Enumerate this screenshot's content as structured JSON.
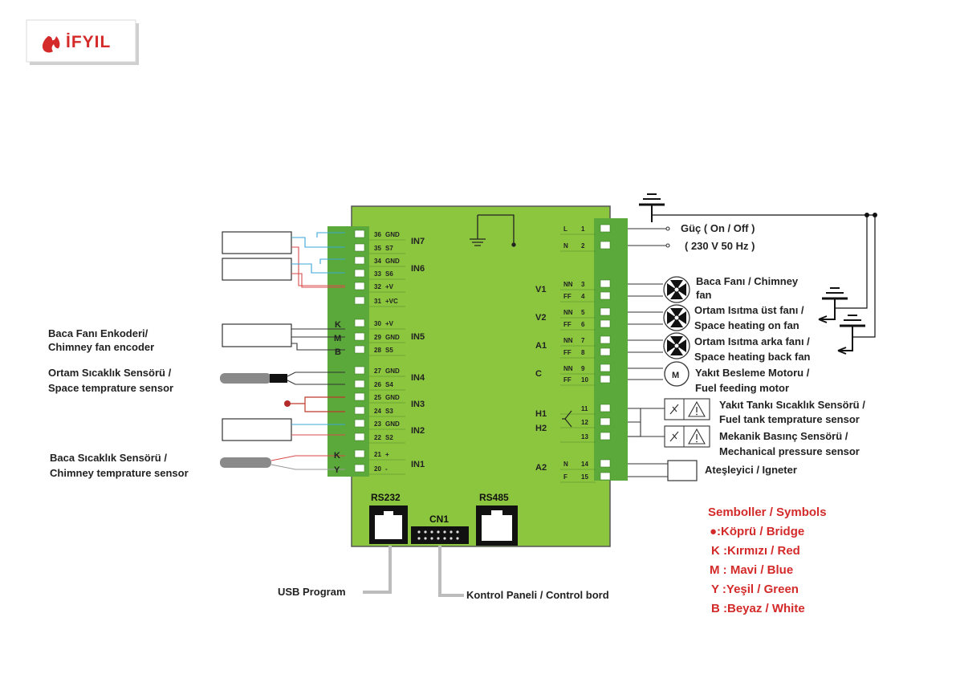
{
  "logo": {
    "text": "İFYIL",
    "color": "#d42a2a"
  },
  "board": {
    "color": "#8cc63f",
    "left_terminals": [
      {
        "num": "36",
        "sig": "GND"
      },
      {
        "num": "35",
        "sig": "S7"
      },
      {
        "num": "34",
        "sig": "GND"
      },
      {
        "num": "33",
        "sig": "S6"
      },
      {
        "num": "32",
        "sig": "+V"
      },
      {
        "num": "31",
        "sig": "+VC"
      },
      {
        "num": "30",
        "sig": "+V"
      },
      {
        "num": "29",
        "sig": "GND"
      },
      {
        "num": "28",
        "sig": "S5"
      },
      {
        "num": "27",
        "sig": "GND"
      },
      {
        "num": "26",
        "sig": "S4"
      },
      {
        "num": "25",
        "sig": "GND"
      },
      {
        "num": "24",
        "sig": "S3"
      },
      {
        "num": "23",
        "sig": "GND"
      },
      {
        "num": "22",
        "sig": "S2"
      },
      {
        "num": "21",
        "sig": "+"
      },
      {
        "num": "20",
        "sig": "-"
      }
    ],
    "left_groups": [
      "IN7",
      "IN6",
      "IN5",
      "IN4",
      "IN3",
      "IN2",
      "IN1"
    ],
    "encoder_wire_letters": [
      "K",
      "M",
      "B"
    ],
    "chimney_wire_letters": [
      "K",
      "Y"
    ],
    "right_terminals": [
      {
        "a": "L",
        "num": "1"
      },
      {
        "a": "N",
        "num": "2"
      },
      {
        "a": "NN",
        "num": "3"
      },
      {
        "a": "FF",
        "num": "4"
      },
      {
        "a": "NN",
        "num": "5"
      },
      {
        "a": "FF",
        "num": "6"
      },
      {
        "a": "NN",
        "num": "7"
      },
      {
        "a": "FF",
        "num": "8"
      },
      {
        "a": "NN",
        "num": "9"
      },
      {
        "a": "FF",
        "num": "10"
      },
      {
        "a": "",
        "num": "11"
      },
      {
        "a": "",
        "num": "12"
      },
      {
        "a": "",
        "num": "13"
      },
      {
        "a": "N",
        "num": "14"
      },
      {
        "a": "F",
        "num": "15"
      }
    ],
    "right_groups": [
      "V1",
      "V2",
      "A1",
      "C",
      "H1",
      "H2",
      "A2"
    ],
    "fan_motor_symbol": "M",
    "ports": [
      "RS232",
      "CN1",
      "RS485"
    ]
  },
  "labels": {
    "power_1": "Güç ( On / Off )",
    "power_2": "( 230 V 50 Hz )",
    "chimney_fan_1": "Baca Fanı / Chimney",
    "chimney_fan_2": "fan",
    "space_top_1": "Ortam Isıtma üst fanı /",
    "space_top_2": "Space heating on fan",
    "space_back_1": "Ortam Isıtma arka fanı /",
    "space_back_2": "Space heating back fan",
    "feed_1": "Yakıt Besleme Motoru /",
    "feed_2": "Fuel feeding motor",
    "tank_1": "Yakıt Tankı Sıcaklık Sensörü /",
    "tank_2": "Fuel tank temprature sensor",
    "mech_1": "Mekanik Basınç Sensörü /",
    "mech_2": "Mechanical pressure sensor",
    "igniter": "Ateşleyici / Igneter",
    "encoder_1": "Baca Fanı Enkoderi/",
    "encoder_2": "Chimney fan encoder",
    "room_1": "Ortam Sıcaklık Sensörü /",
    "room_2": "Space temprature sensor",
    "chim_1": "Baca Sıcaklık Sensörü /",
    "chim_2": "Chimney temprature sensor",
    "usb": "USB Program",
    "panel": "Kontrol Paneli / Control bord"
  },
  "symbols": {
    "title": "Semboller / Symbols",
    "items": [
      "●:Köprü / Bridge",
      "K :Kırmızı / Red",
      "M : Mavi / Blue",
      "Y :Yeşil / Green",
      "B :Beyaz / White"
    ],
    "color": "#d42a2a"
  }
}
